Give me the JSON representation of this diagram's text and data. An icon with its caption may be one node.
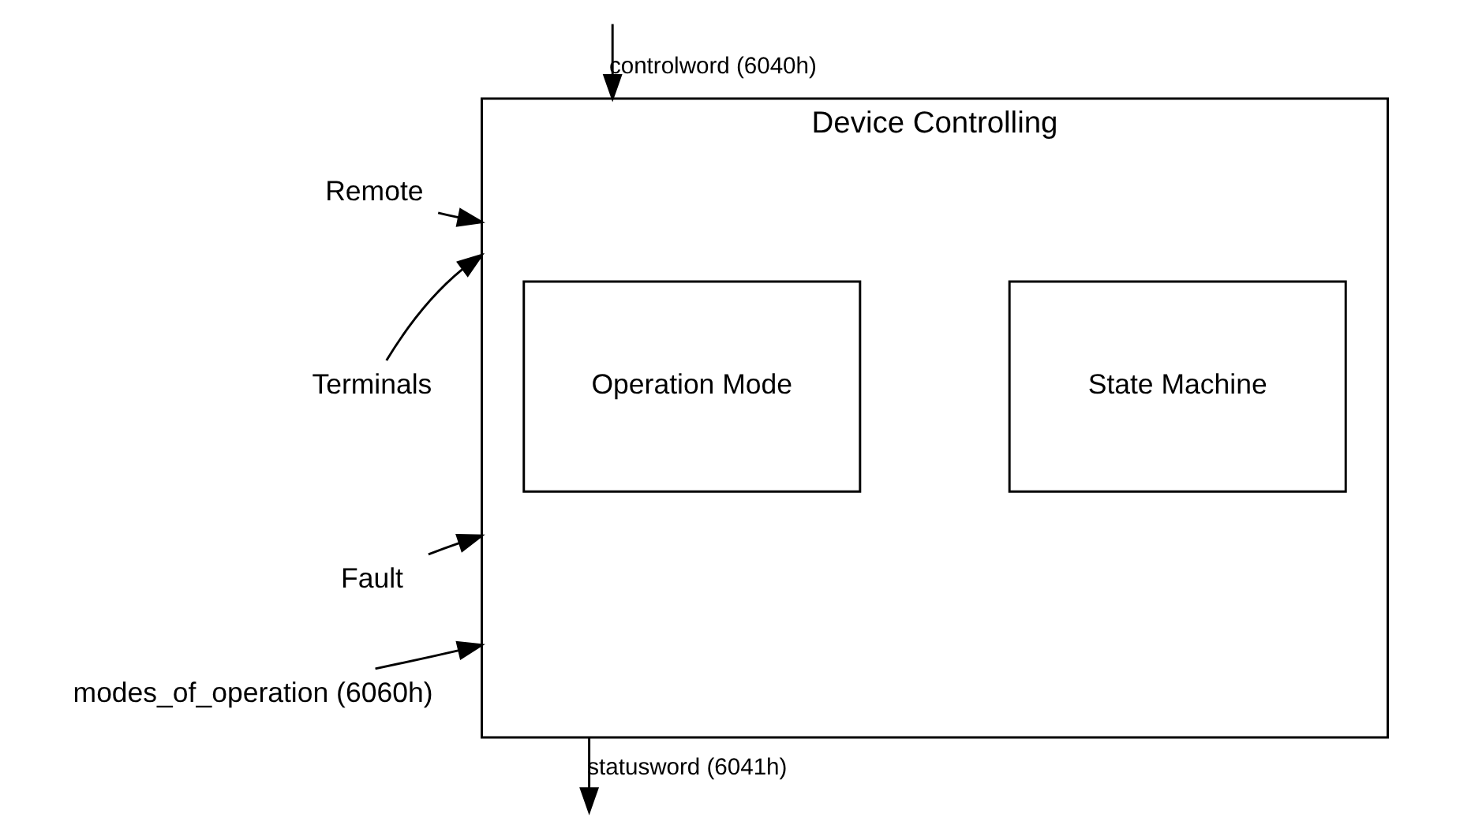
{
  "diagram": {
    "nodes": [
      {
        "text": [
          "Device Controlling"
        ]
      },
      {
        "text": [
          "Operation Mode"
        ],
        "in": 0
      },
      {
        "text": [
          "State Machine"
        ],
        "in": 0
      },
      {
        "text": [
          "Remote"
        ]
      },
      {
        "text": [
          "Terminals"
        ]
      },
      {
        "text": [
          "Fault"
        ]
      },
      {
        "text": [
          "modes_of_operation (6060h)"
        ]
      }
    ],
    "edges": [
      {
        "from": null,
        "to": 0,
        "arrow": "to",
        "label": "controlword (6040h)"
      },
      {
        "from": 0,
        "to": null,
        "arrow": "to",
        "label": "statusword (6041h)"
      },
      {
        "from": 3,
        "to": 0,
        "arrow": "to"
      },
      {
        "from": 4,
        "to": 0,
        "arrow": "to"
      },
      {
        "from": 5,
        "to": 0,
        "arrow": "to"
      },
      {
        "from": 6,
        "to": 0,
        "arrow": "to"
      }
    ]
  }
}
